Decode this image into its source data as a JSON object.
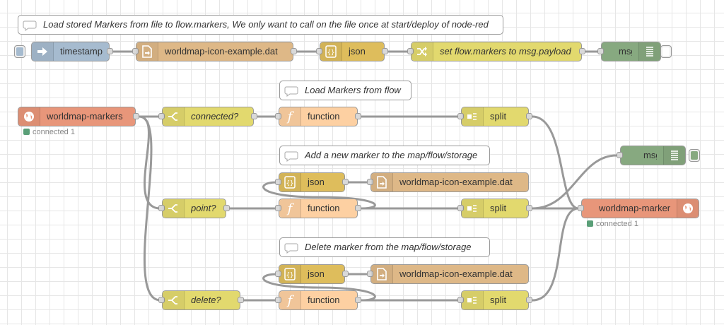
{
  "colors": {
    "inject": "#a6bbcf",
    "file": "#deb887",
    "json": "#debd5c",
    "change": "#e2d96e",
    "debug": "#87a980",
    "worldmap": "#e8967a",
    "switch": "#e2d96e",
    "function": "#fdd0a2",
    "split": "#e2d96e",
    "comment": "#ffffff",
    "status_connected": "#5a9f78"
  },
  "comments": {
    "load_stored": "Load stored Markers from file to flow.markers, We only want to call on the file once at start/deploy of node-red",
    "load_from_flow": "Load Markers from flow",
    "add_marker": "Add a new marker to the map/flow/storage",
    "delete_marker": "Delete marker from the map/flow/storage"
  },
  "nodes": {
    "timestamp": "timestamp",
    "file_read": "worldmap-icon-example.dat",
    "json_top": "json",
    "change": "set flow.markers to msg.payload",
    "debug_top": "msg",
    "worldmap_in": "worldmap-markers",
    "switch_connected": "connected?",
    "function_1": "function",
    "split_1": "split",
    "debug_mid": "msg",
    "json_add": "json",
    "file_add": "worldmap-icon-example.dat",
    "switch_point": "point?",
    "function_2": "function",
    "split_2": "split",
    "worldmap_out": "worldmap-markers",
    "json_del": "json",
    "file_del": "worldmap-icon-example.dat",
    "switch_delete": "delete?",
    "function_3": "function",
    "split_3": "split"
  },
  "status": {
    "worldmap_in": "connected 1",
    "worldmap_out": "connected 1"
  },
  "icons": {
    "inject": "arrow-in-icon",
    "file": "file-icon",
    "json": "json-braces-icon",
    "change": "shuffle-icon",
    "debug": "debug-list-icon",
    "worldmap": "globe-icon",
    "switch": "switch-icon",
    "function": "function-icon",
    "split": "split-icon",
    "comment": "comment-bubble-icon"
  }
}
